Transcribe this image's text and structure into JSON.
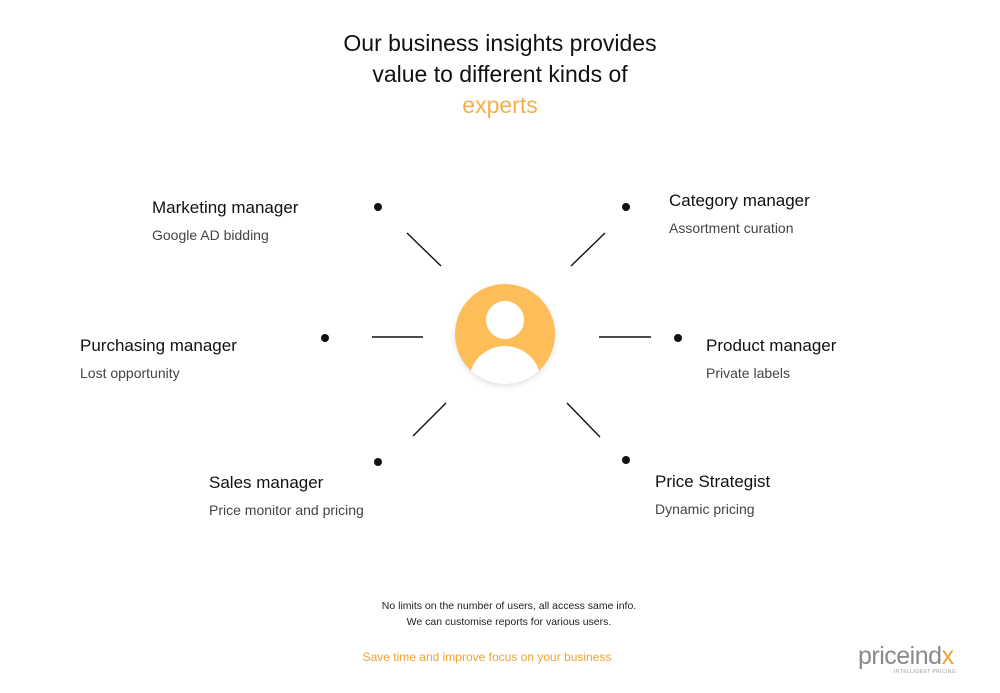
{
  "title": {
    "line1": "Our business insights provides",
    "line2": "value to different kinds of",
    "accent": "experts"
  },
  "roles": [
    {
      "id": "marketing",
      "name": "Marketing manager",
      "desc": "Google AD bidding"
    },
    {
      "id": "category",
      "name": "Category manager",
      "desc": "Assortment curation"
    },
    {
      "id": "purchasing",
      "name": "Purchasing manager",
      "desc": "Lost opportunity"
    },
    {
      "id": "product",
      "name": "Product manager",
      "desc": "Private labels"
    },
    {
      "id": "sales",
      "name": "Sales manager",
      "desc": "Price monitor and pricing"
    },
    {
      "id": "strategist",
      "name": "Price Strategist",
      "desc": "Dynamic pricing"
    }
  ],
  "center": {
    "icon": "user-avatar-icon",
    "color": "#fdbe5a"
  },
  "footer": {
    "line1": "No limits on the number of users, all access same info.",
    "line2": "We can customise reports for various users.",
    "tagline": "Save time and improve focus on your business"
  },
  "logo": {
    "word_main": "priceind",
    "word_accent": "x",
    "sub": "INTELLIGENT PRICING"
  },
  "colors": {
    "accent": "#f2b04a",
    "avatar": "#fdbe5a",
    "text": "#111111",
    "muted": "#444444"
  }
}
